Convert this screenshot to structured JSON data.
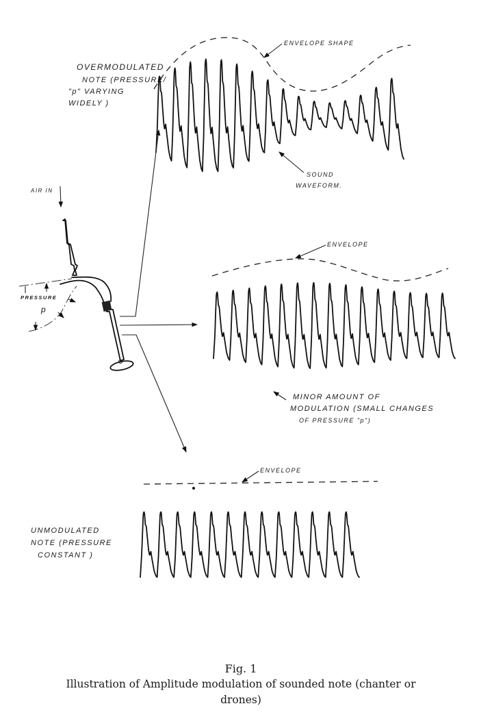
{
  "figure": {
    "number": "Fig. 1",
    "caption_line1": "Illustration of Amplitude modulation of sounded note (chanter or",
    "caption_line2": "drones)"
  },
  "overmodulated": {
    "label_lines": [
      "OVERMODULATED",
      "NOTE (PRESSURE/",
      "\"p\" VARYING",
      "WIDELY )"
    ],
    "envelope_label": "ENVELOPE SHAPE",
    "waveform_label_lines": [
      "SOUND",
      "WAVEFORM."
    ],
    "cycles": 16
  },
  "minor": {
    "envelope_label": "ENVELOPE",
    "label_lines": [
      "MINOR AMOUNT OF",
      "MODULATION (SMALL CHANGES",
      "OF PRESSURE \"p\")"
    ],
    "cycles": 15
  },
  "unmodulated": {
    "envelope_label": "ENVELOPE",
    "label_lines": [
      "UNMODULATED",
      "NOTE (PRESSURE",
      "CONSTANT )"
    ],
    "cycles": 13
  },
  "instrument": {
    "air_label": "AIR IN",
    "pressure_label": "PRESSURE",
    "pressure_symbol": "p"
  }
}
